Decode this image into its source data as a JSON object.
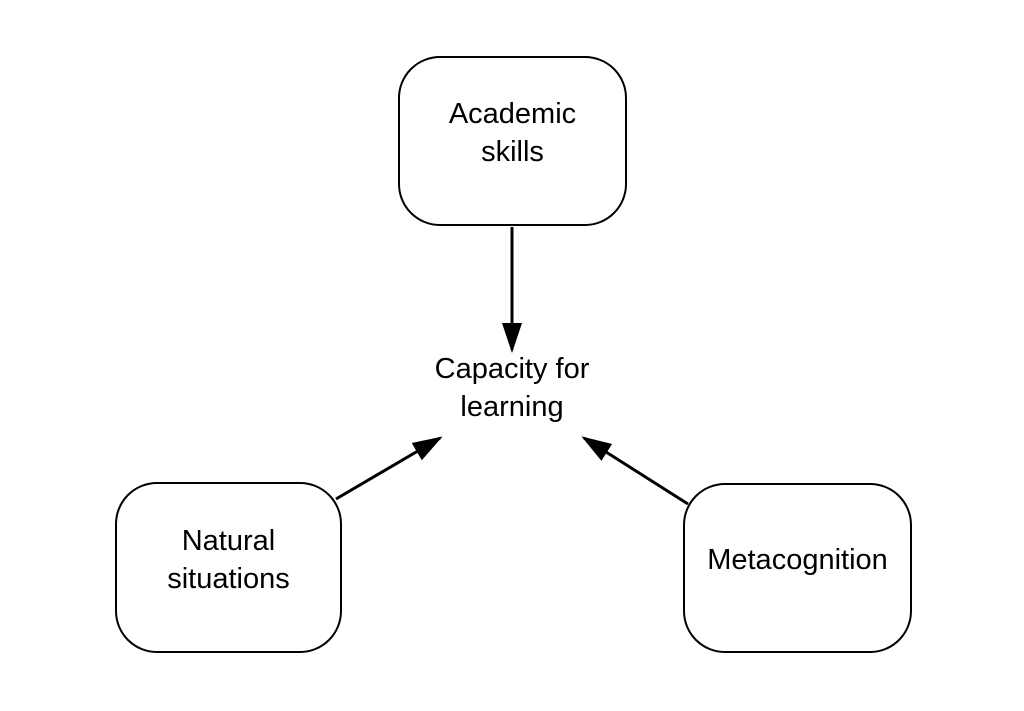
{
  "nodes": {
    "academic_skills": {
      "label": "Academic\nskills"
    },
    "natural_situations": {
      "label": "Natural\nsituations"
    },
    "metacognition": {
      "label": "Metacognition"
    },
    "capacity_for_learning": {
      "label": "Capacity for\nlearning"
    }
  },
  "edges": [
    {
      "from": "academic_skills",
      "to": "capacity_for_learning",
      "direction": "down"
    },
    {
      "from": "natural_situations",
      "to": "capacity_for_learning",
      "direction": "up-right"
    },
    {
      "from": "metacognition",
      "to": "capacity_for_learning",
      "direction": "up-left"
    }
  ],
  "colors": {
    "background": "#ffffff",
    "stroke": "#000000",
    "text": "#000000"
  }
}
